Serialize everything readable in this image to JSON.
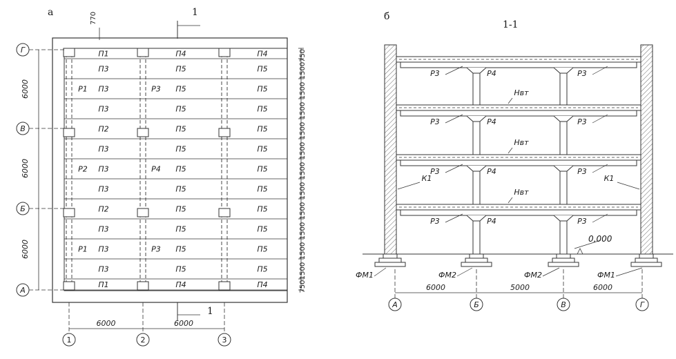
{
  "plan": {
    "label": "а",
    "section_mark": "1",
    "dim_770": "770",
    "rows": [
      [
        "П1",
        "П4",
        "П4"
      ],
      [
        "П3",
        "П5",
        "П5"
      ],
      [
        "П3",
        "П5",
        "П5"
      ],
      [
        "П3",
        "П5",
        "П5"
      ],
      [
        "П2",
        "П5",
        "П5"
      ],
      [
        "П3",
        "П5",
        "П5"
      ],
      [
        "П3",
        "П5",
        "П5"
      ],
      [
        "П3",
        "П5",
        "П5"
      ],
      [
        "П2",
        "П5",
        "П5"
      ],
      [
        "П3",
        "П5",
        "П5"
      ],
      [
        "П3",
        "П5",
        "П5"
      ],
      [
        "П3",
        "П5",
        "П5"
      ],
      [
        "П1",
        "П4",
        "П4"
      ]
    ],
    "beam_labels": [
      {
        "text": "Р1",
        "row": 2,
        "bay": 0
      },
      {
        "text": "Р3",
        "row": 2,
        "bay": 1
      },
      {
        "text": "Р2",
        "row": 6,
        "bay": 0
      },
      {
        "text": "Р4",
        "row": 6,
        "bay": 1
      },
      {
        "text": "Р1",
        "row": 10,
        "bay": 0
      },
      {
        "text": "Р3",
        "row": 10,
        "bay": 1
      }
    ],
    "right_dims": [
      "750",
      "1500",
      "1500",
      "1500",
      "1500",
      "1500",
      "1500",
      "1500",
      "1500",
      "1500",
      "1500",
      "1500",
      "750"
    ],
    "left_dims": [
      "6000",
      "6000",
      "6000"
    ],
    "row_axes": [
      "Г",
      "В",
      "Б",
      "А"
    ],
    "col_axes": [
      "1",
      "2",
      "3"
    ],
    "bottom_dims": [
      "6000",
      "6000"
    ]
  },
  "section": {
    "label": "б",
    "title": "1-1",
    "floor_texts": [
      {
        "left": "Р3",
        "mid": "Р4",
        "right": "Р3"
      },
      {
        "left": "Р3",
        "mid": "Р4",
        "right": "Р3"
      },
      {
        "left": "Р3",
        "mid": "Р4",
        "right": "Р3"
      },
      {
        "left": "Р3",
        "mid": "Р4",
        "right": "Р3"
      }
    ],
    "hvt": [
      "Нвт",
      "Нвт",
      "Нвт"
    ],
    "k1": "К1",
    "elevation": "0,000",
    "foundations": [
      "ФМ1",
      "ФМ2",
      "ФМ2",
      "ФМ1"
    ],
    "axes": [
      "А",
      "Б",
      "В",
      "Г"
    ],
    "dims": [
      "6000",
      "5000",
      "6000"
    ]
  }
}
